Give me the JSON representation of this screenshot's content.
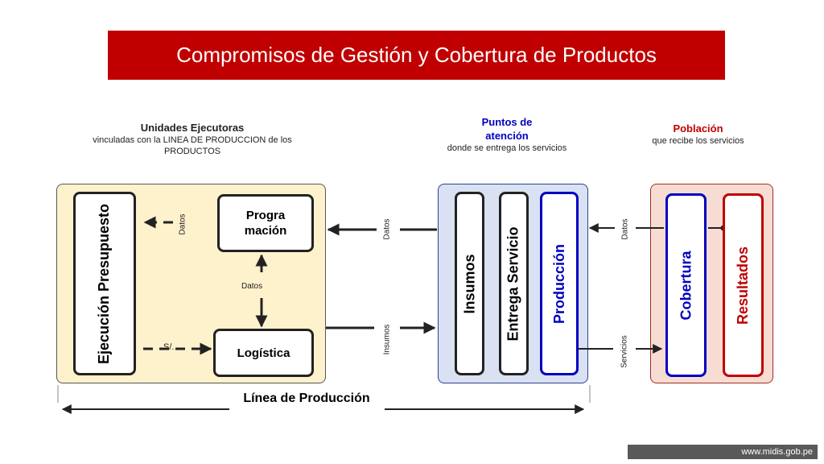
{
  "title": "Compromisos de Gestión y Cobertura de Productos",
  "headers": {
    "unidades": {
      "title": "Unidades Ejecutoras",
      "sub1": "vinculadas con la LINEA DE PRODUCCION de los",
      "sub2": "PRODUCTOS"
    },
    "puntos": {
      "title1": "Puntos de",
      "title2": "atención",
      "sub": "donde se entrega los servicios"
    },
    "poblacion": {
      "title": "Población",
      "sub": "que recibe los servicios"
    }
  },
  "boxes": {
    "ejecucion": "Ejecución Presupuesto",
    "programacion1": "Progra",
    "programacion2": "mación",
    "logistica": "Logística",
    "insumos": "Insumos",
    "entrega": "Entrega Servicio",
    "produccion": "Producción",
    "cobertura": "Cobertura",
    "resultados": "Resultados"
  },
  "labels": {
    "datos_prog_ejec": "Datos",
    "datos_prog_log": "Datos",
    "soles": "S/.",
    "datos_puntos": "Datos",
    "insumos_log": "Insumos",
    "datos_pob": "Datos",
    "servicios": "Servicios"
  },
  "linea_produccion": "Línea de Producción",
  "footer": "www.midis.gob.pe",
  "colors": {
    "title_bg": "#c00000",
    "panel1": "#fdf2cc",
    "panel2": "#d9e1f2",
    "panel3": "#f7dcd3",
    "blue": "#0000c0",
    "red": "#c00000"
  }
}
